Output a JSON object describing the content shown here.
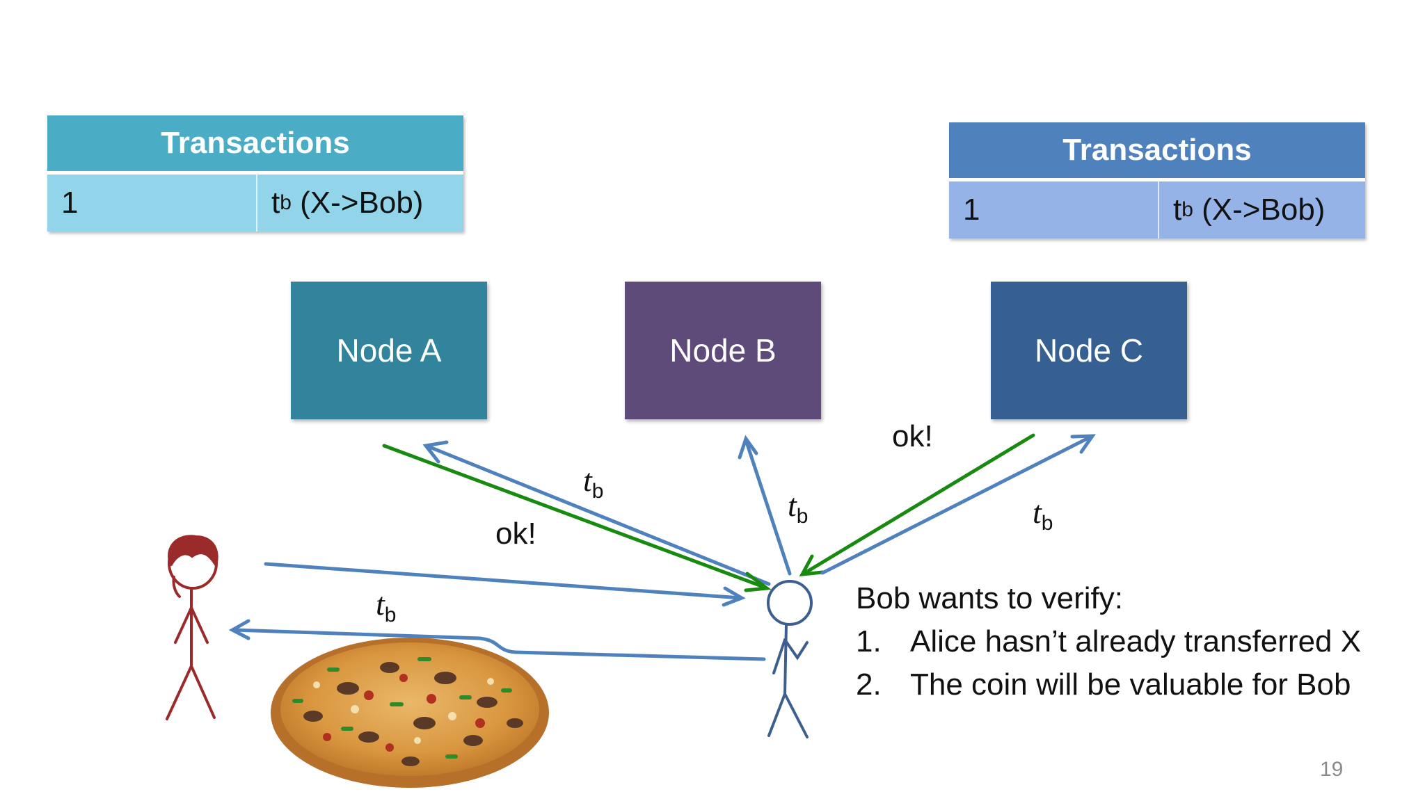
{
  "tables": [
    {
      "header": "Transactions",
      "row": {
        "index": "1",
        "tx_main": "t",
        "tx_sub": "b",
        "tx_rest": " (X->Bob)"
      },
      "header_color": "#4bacc6",
      "body_color": "#92d5ea"
    },
    {
      "header": "Transactions",
      "row": {
        "index": "1",
        "tx_main": "t",
        "tx_sub": "b",
        "tx_rest": " (X->Bob)"
      },
      "header_color": "#4f81bd",
      "body_color": "#95b3e7"
    }
  ],
  "nodes": [
    {
      "label": "Node A",
      "color": "#31849b"
    },
    {
      "label": "Node B",
      "color": "#5f4b7a"
    },
    {
      "label": "Node C",
      "color": "#376092"
    }
  ],
  "edge_labels": {
    "ok": "ok!",
    "t_main": "t",
    "t_sub": "b"
  },
  "verify": {
    "title": "Bob wants to verify:",
    "items": [
      {
        "num": "1.",
        "text": "Alice hasn’t already transferred X"
      },
      {
        "num": "2.",
        "text": "The coin will be valuable for Bob"
      }
    ]
  },
  "page_number": "19",
  "colors": {
    "blue_arrow": "#4f81bd",
    "green_arrow": "#188a10",
    "alice": "#9b2a2a",
    "bob": "#3d5f8f"
  }
}
